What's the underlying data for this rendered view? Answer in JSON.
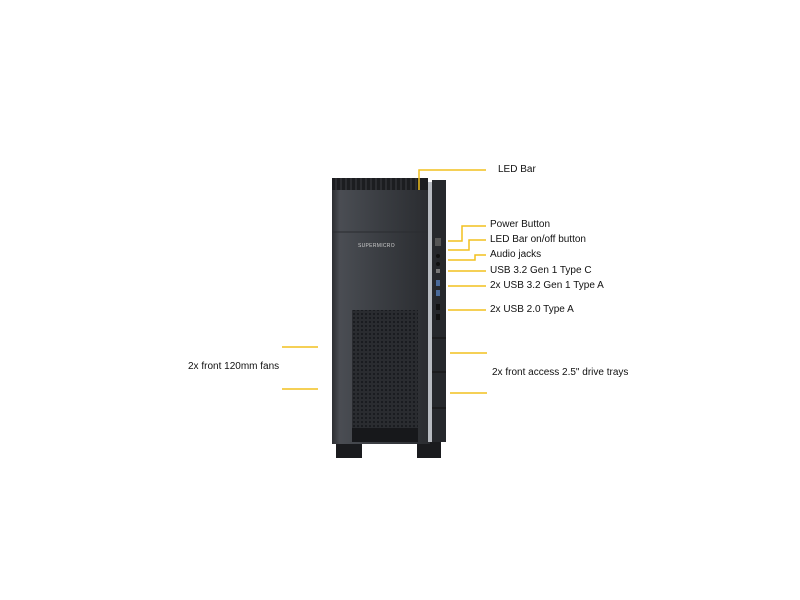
{
  "product": {
    "brand_logo": "SUPERMICRO"
  },
  "callouts": {
    "led_bar": "LED Bar",
    "power_button": "Power Button",
    "led_bar_button": "LED Bar on/off button",
    "audio_jacks": "Audio jacks",
    "usb_c": "USB 3.2 Gen 1 Type C",
    "usb_a": "2x USB 3.2 Gen 1 Type A",
    "usb2": "2x USB 2.0 Type A",
    "fans": "2x front 120mm fans",
    "drive_trays": "2x front access 2.5\" drive trays"
  },
  "colors": {
    "leader_line": "#f2c01e",
    "case_body": "#3a3d42",
    "case_dark": "#1e2024"
  }
}
